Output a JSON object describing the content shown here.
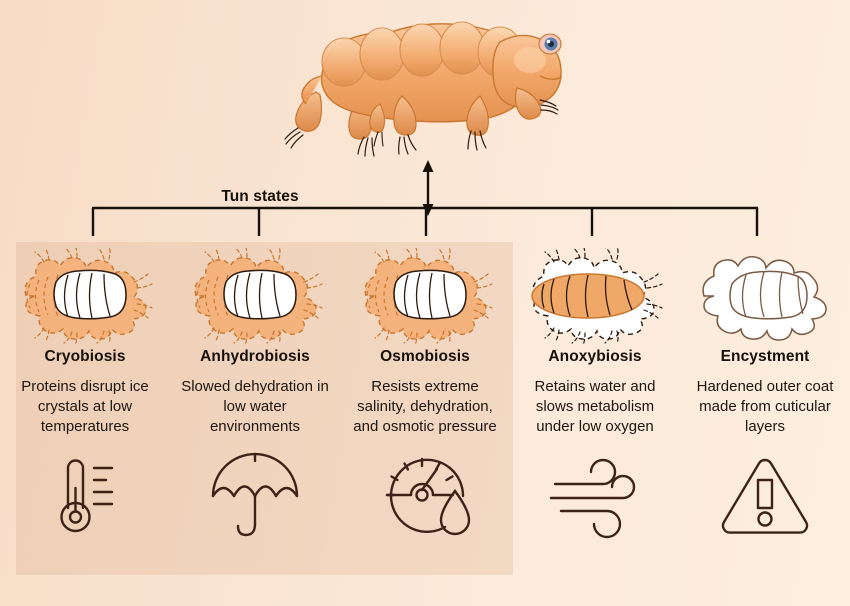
{
  "figure": {
    "background_colors": {
      "gradient_dark": "#f7dcc6",
      "gradient_light": "#fdeede",
      "panel_overlay": "rgba(205,150,110,0.20)",
      "ink": "#17110c",
      "body_orange": "#f0a868",
      "body_orange_light": "#f8c79a",
      "body_outline": "#c97f3c",
      "tun_white": "#ffffff",
      "icon_stroke": "#3d2317"
    },
    "top_organism": {
      "name": "tardigrade",
      "label": ""
    },
    "connector": {
      "arrow_name": "vertical-double-arrow",
      "bracket_name": "five-way-bracket",
      "tick_count": 5
    },
    "group_label": "Tun states"
  },
  "states": [
    {
      "id": "cryobiosis",
      "title": "Cryobiosis",
      "description": "Proteins disrupt ice crystals at low temperatures",
      "figure_name": "tun-dashed-shrunken",
      "figure_style": "white-tun-inside-dashed-orange-outline",
      "icon_name": "thermometer-icon",
      "in_tun_panel": true
    },
    {
      "id": "anhydrobiosis",
      "title": "Anhydrobiosis",
      "description": "Slowed dehydration in low water environments",
      "figure_name": "tun-dashed-shrunken",
      "figure_style": "white-tun-inside-dashed-orange-outline",
      "icon_name": "umbrella-icon",
      "in_tun_panel": true
    },
    {
      "id": "osmobiosis",
      "title": "Osmobiosis",
      "description": "Resists extreme salinity, dehydration, and osmotic pressure",
      "figure_name": "tun-dashed-shrunken",
      "figure_style": "white-tun-inside-dashed-orange-outline",
      "icon_name": "pressure-gauge-droplet-icon",
      "in_tun_panel": true
    },
    {
      "id": "anoxybiosis",
      "title": "Anoxybiosis",
      "description": "Retains water and slows metabolism under low oxygen",
      "figure_name": "swollen-orange-body-dashed-white-outline",
      "figure_style": "orange-body-inside-white-dashed-outline",
      "icon_name": "wind-icon",
      "in_tun_panel": false
    },
    {
      "id": "encystment",
      "title": "Encystment",
      "description": "Hardened outer coat made from cuticular layers",
      "figure_name": "white-cyst-body",
      "figure_style": "white-outlined-cyst",
      "icon_name": "warning-triangle-icon",
      "in_tun_panel": false
    }
  ]
}
